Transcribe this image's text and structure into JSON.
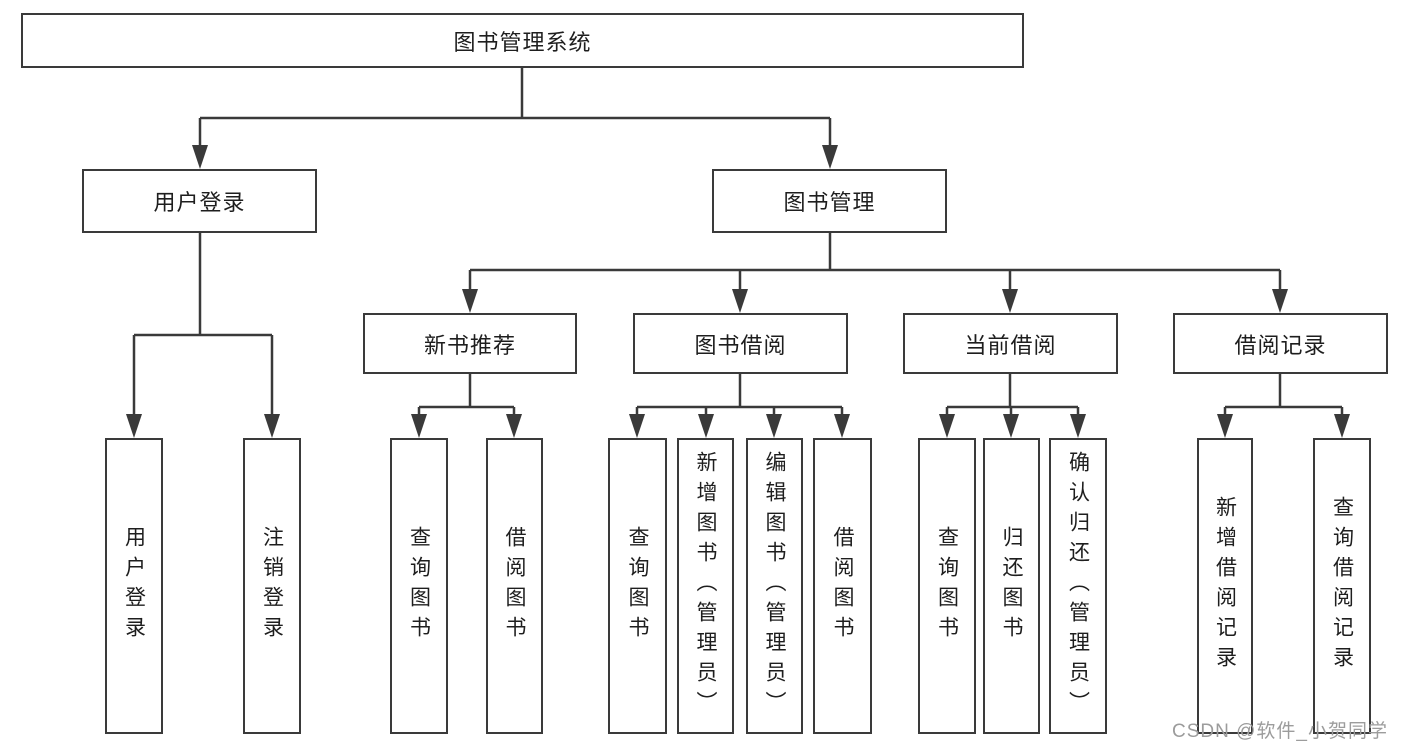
{
  "tree": {
    "root": {
      "label": "图书管理系统",
      "children": [
        {
          "label": "用户登录",
          "children": [
            {
              "label": "用户登录"
            },
            {
              "label": "注销登录"
            }
          ]
        },
        {
          "label": "图书管理",
          "children": [
            {
              "label": "新书推荐",
              "children": [
                {
                  "label": "查询图书"
                },
                {
                  "label": "借阅图书"
                }
              ]
            },
            {
              "label": "图书借阅",
              "children": [
                {
                  "label": "查询图书"
                },
                {
                  "label": "新增图书（管理员）"
                },
                {
                  "label": "编辑图书（管理员）"
                },
                {
                  "label": "借阅图书"
                }
              ]
            },
            {
              "label": "当前借阅",
              "children": [
                {
                  "label": "查询图书"
                },
                {
                  "label": "归还图书"
                },
                {
                  "label": "确认归还（管理员）"
                }
              ]
            },
            {
              "label": "借阅记录",
              "children": [
                {
                  "label": "新增借阅记录"
                },
                {
                  "label": "查询借阅记录"
                }
              ]
            }
          ]
        }
      ]
    }
  },
  "watermark": {
    "text": "CSDN @软件_小贺同学"
  },
  "colors": {
    "line": "#3a3a3a",
    "text": "#1e1e1e",
    "watermark": "#9c9c9c"
  }
}
